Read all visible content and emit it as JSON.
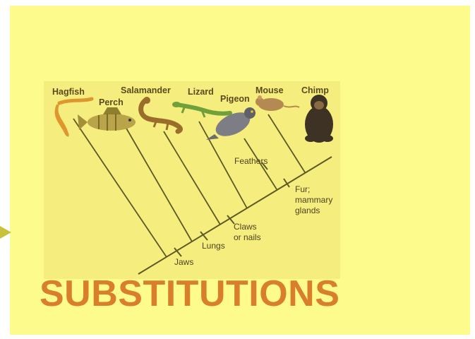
{
  "slide": {
    "title": "SUBSTITUTIONS",
    "accent_color": "#d97f2c",
    "background_color": "#fdfb8c"
  },
  "cladogram": {
    "taxa": [
      "Hagfish",
      "Perch",
      "Salamander",
      "Lizard",
      "Pigeon",
      "Mouse",
      "Chimp"
    ],
    "traits": {
      "jaws": "Jaws",
      "lungs": "Lungs",
      "claws_line1": "Claws",
      "claws_line2": "or nails",
      "feathers": "Feathers",
      "fur_line1": "Fur;",
      "fur_line2": "mammary",
      "fur_line3": "glands"
    },
    "icons": [
      "hagfish-icon",
      "perch-icon",
      "salamander-icon",
      "lizard-icon",
      "pigeon-icon",
      "mouse-icon",
      "chimp-icon"
    ]
  }
}
